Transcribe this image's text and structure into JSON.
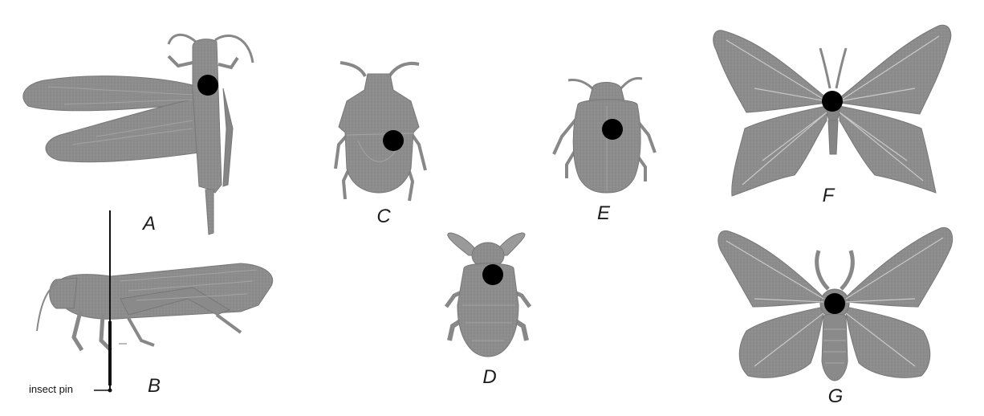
{
  "figure": {
    "panels": [
      {
        "key": "A",
        "label": "A"
      },
      {
        "key": "B",
        "label": "B"
      },
      {
        "key": "C",
        "label": "C"
      },
      {
        "key": "D",
        "label": "D"
      },
      {
        "key": "E",
        "label": "E"
      },
      {
        "key": "F",
        "label": "F"
      },
      {
        "key": "G",
        "label": "G"
      }
    ],
    "pin_caption": "insect pin",
    "colors": {
      "insect_fill": "#8c8c8c",
      "insect_dark": "#6f6f6f",
      "vein": "#c9c9c9",
      "pin_dot": "#000000",
      "pin_line": "#111111"
    }
  }
}
